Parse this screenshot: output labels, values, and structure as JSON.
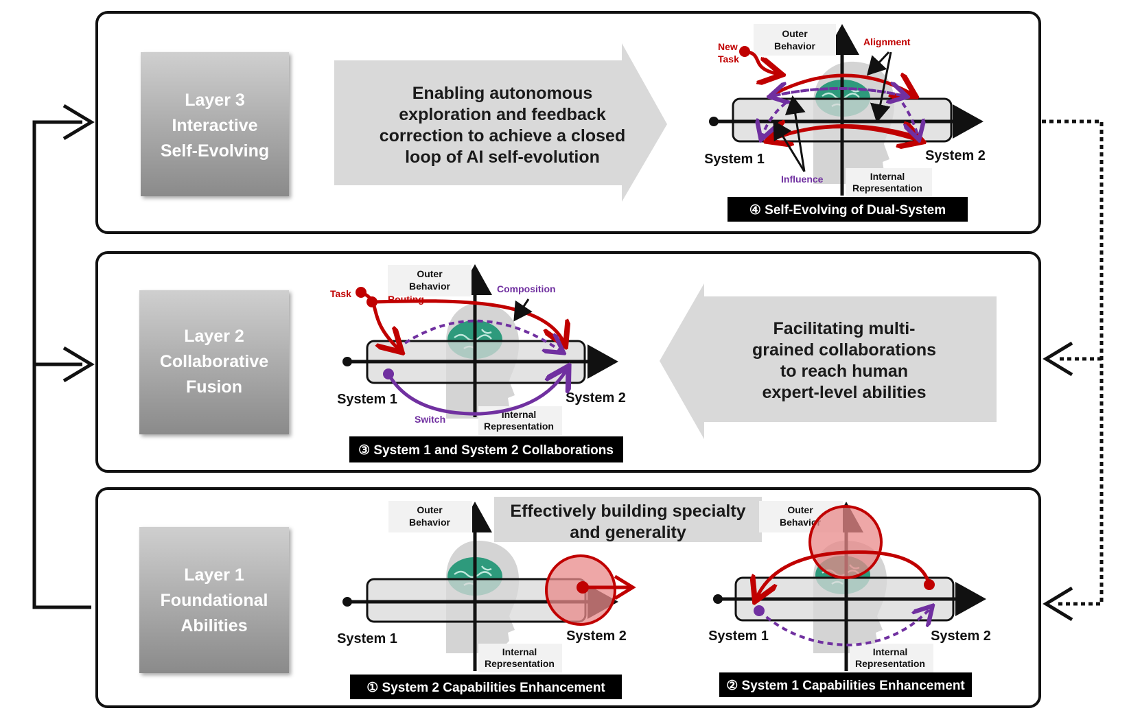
{
  "layers": [
    {
      "id": 3,
      "lines": [
        "Layer 3",
        "Interactive",
        "Self-Evolving"
      ],
      "description": [
        "Enabling autonomous",
        "exploration and feedback",
        "correction to achieve a closed",
        "loop of AI self-evolution"
      ]
    },
    {
      "id": 2,
      "lines": [
        "Layer 2",
        "Collaborative",
        "Fusion"
      ],
      "description": [
        "Facilitating multi-",
        "grained collaborations",
        "to reach human",
        "expert-level abilities"
      ]
    },
    {
      "id": 1,
      "lines": [
        "Layer 1",
        "Foundational",
        "Abilities"
      ],
      "description": [
        "Effectively building specialty",
        "and generality"
      ]
    }
  ],
  "axes": {
    "outer": [
      "Outer",
      "Behavior"
    ],
    "internal": [
      "Internal",
      "Representation"
    ],
    "system1": "System 1",
    "system2": "System 2"
  },
  "captions": {
    "c4": "④ Self-Evolving of Dual-System",
    "c3": "③ System 1 and System 2 Collaborations",
    "c1": "① System 2 Capabilities Enhancement",
    "c2": "② System 1 Capabilities Enhancement"
  },
  "annotations": {
    "new_task": [
      "New",
      "Task"
    ],
    "alignment": "Alignment",
    "influence": "Influence",
    "task": "Task",
    "routing": "Routing",
    "composition": "Composition",
    "switch": "Switch"
  },
  "colors": {
    "red": "#c00000",
    "purple": "#7030a0",
    "brain": "#2e9a7c",
    "panel_gray": "#d9d9d9",
    "layer_box_top": "#cfcfcf",
    "layer_box_bottom": "#8a8a8a"
  }
}
